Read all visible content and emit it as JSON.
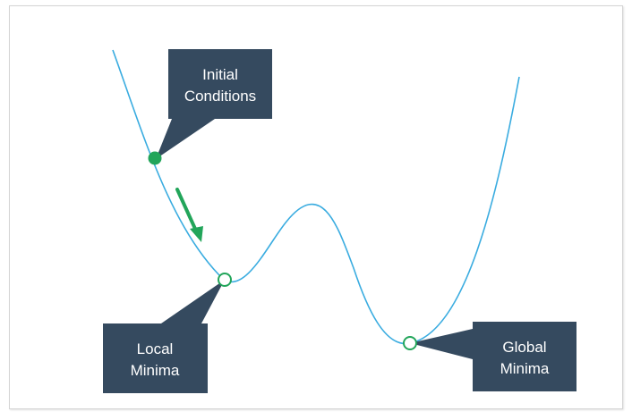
{
  "colors": {
    "curve": "#3aace0",
    "callout_fill": "#354a5f",
    "callout_text": "#ffffff",
    "marker": "#22a55a",
    "frame_border": "#d4d4d4"
  },
  "callouts": {
    "initial": {
      "line1": "Initial",
      "line2": "Conditions"
    },
    "local": {
      "line1": "Local",
      "line2": "Minima"
    },
    "global": {
      "line1": "Global",
      "line2": "Minima"
    }
  },
  "markers": {
    "start": "filled-circle",
    "local": "hollow-circle",
    "global": "hollow-circle",
    "direction": "arrow-down-right"
  }
}
